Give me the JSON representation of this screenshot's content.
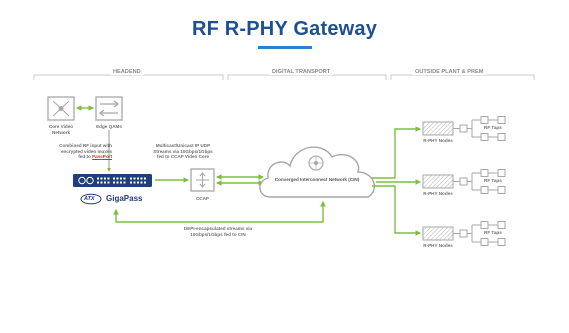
{
  "title": "RF R-PHY Gateway",
  "sections": {
    "headend": "HEADEND",
    "digital_transport": "DIGITAL TRANSPORT",
    "outside_plant": "OUTSIDE PLANT & PREM"
  },
  "nodes": {
    "core_video": "Core Video Network",
    "edge_qams": "Edge QAMs",
    "ccap": "CCAP",
    "cin": "Converged Interconnect Network (CIN)",
    "rphy_nodes": [
      "R-PHY Nodes",
      "R-PHY Nodes",
      "R-PHY Nodes"
    ],
    "rf_taps": [
      "RF Taps",
      "RF Taps",
      "RF Taps"
    ]
  },
  "annotations": {
    "combined_rf_1": "Combined RF input with",
    "combined_rf_2": "encrypted video muxes",
    "combined_rf_3": "fed to",
    "combined_rf_link": "PassPort",
    "multicast_1": "Multicast/Unicast IP UDP",
    "multicast_2": "Streams via 10Gbps/1Gbps",
    "multicast_3": "fed to CCAP Video Core",
    "depi_1": "DEPI-encapsulated streams via",
    "depi_2": "10Gbps/1Gbps fed to CIN"
  },
  "brand": {
    "atx": "ATX",
    "gigapass": "GigaPass"
  },
  "colors": {
    "title": "#1f4f93",
    "accent": "#2f7fd0",
    "arrow_green": "#7cbf3f",
    "icon_gray": "#a7a7a7",
    "device_blue": "#1f3f7a"
  }
}
